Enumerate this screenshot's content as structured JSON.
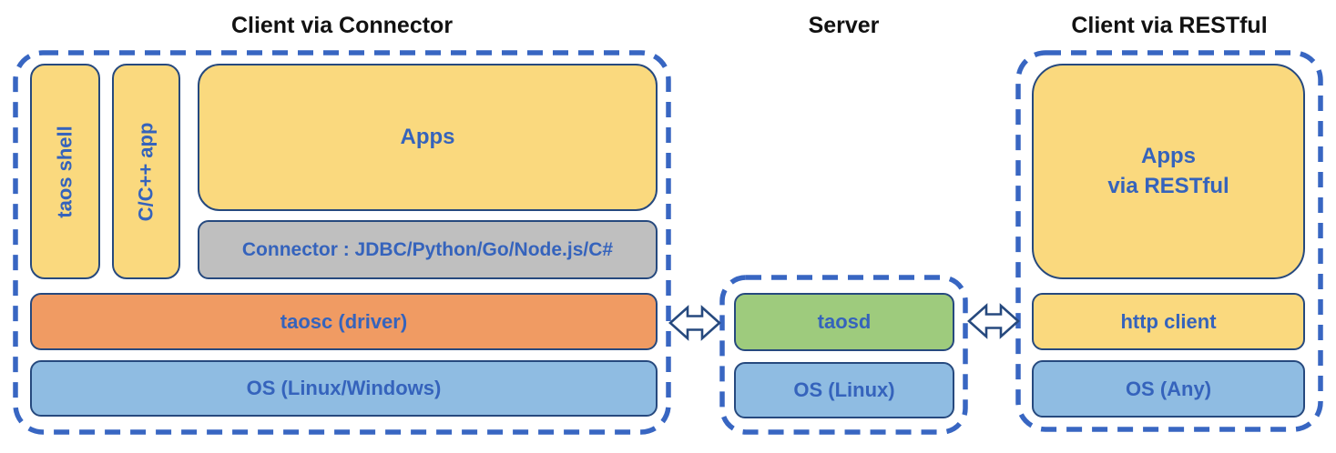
{
  "titles": {
    "left": "Client via Connector",
    "middle": "Server",
    "right": "Client via RESTful"
  },
  "left_section": {
    "taos_shell": "taos shell",
    "cpp_app": "C/C++ app",
    "apps": "Apps",
    "connector": "Connector : JDBC/Python/Go/Node.js/C#",
    "taosc": "taosc (driver)",
    "os": "OS (Linux/Windows)"
  },
  "server_section": {
    "taosd": "taosd",
    "os": "OS (Linux)"
  },
  "right_section": {
    "apps_line1": "Apps",
    "apps_line2": "via RESTful",
    "http_client": "http client",
    "os": "OS (Any)"
  },
  "icons": {
    "left_arrow": "double-headed-arrow",
    "right_arrow": "double-headed-arrow"
  },
  "colors": {
    "box_yellow": "#FAD97E",
    "box_orange": "#F09B63",
    "box_blue": "#8FBCE2",
    "box_green": "#9ECB7D",
    "box_gray": "#BFBFBF",
    "box_border": "#26497E",
    "dashed_border": "#3866C2",
    "box_text": "#3563BC",
    "title_text": "#111111",
    "background": "#FFFFFF"
  }
}
